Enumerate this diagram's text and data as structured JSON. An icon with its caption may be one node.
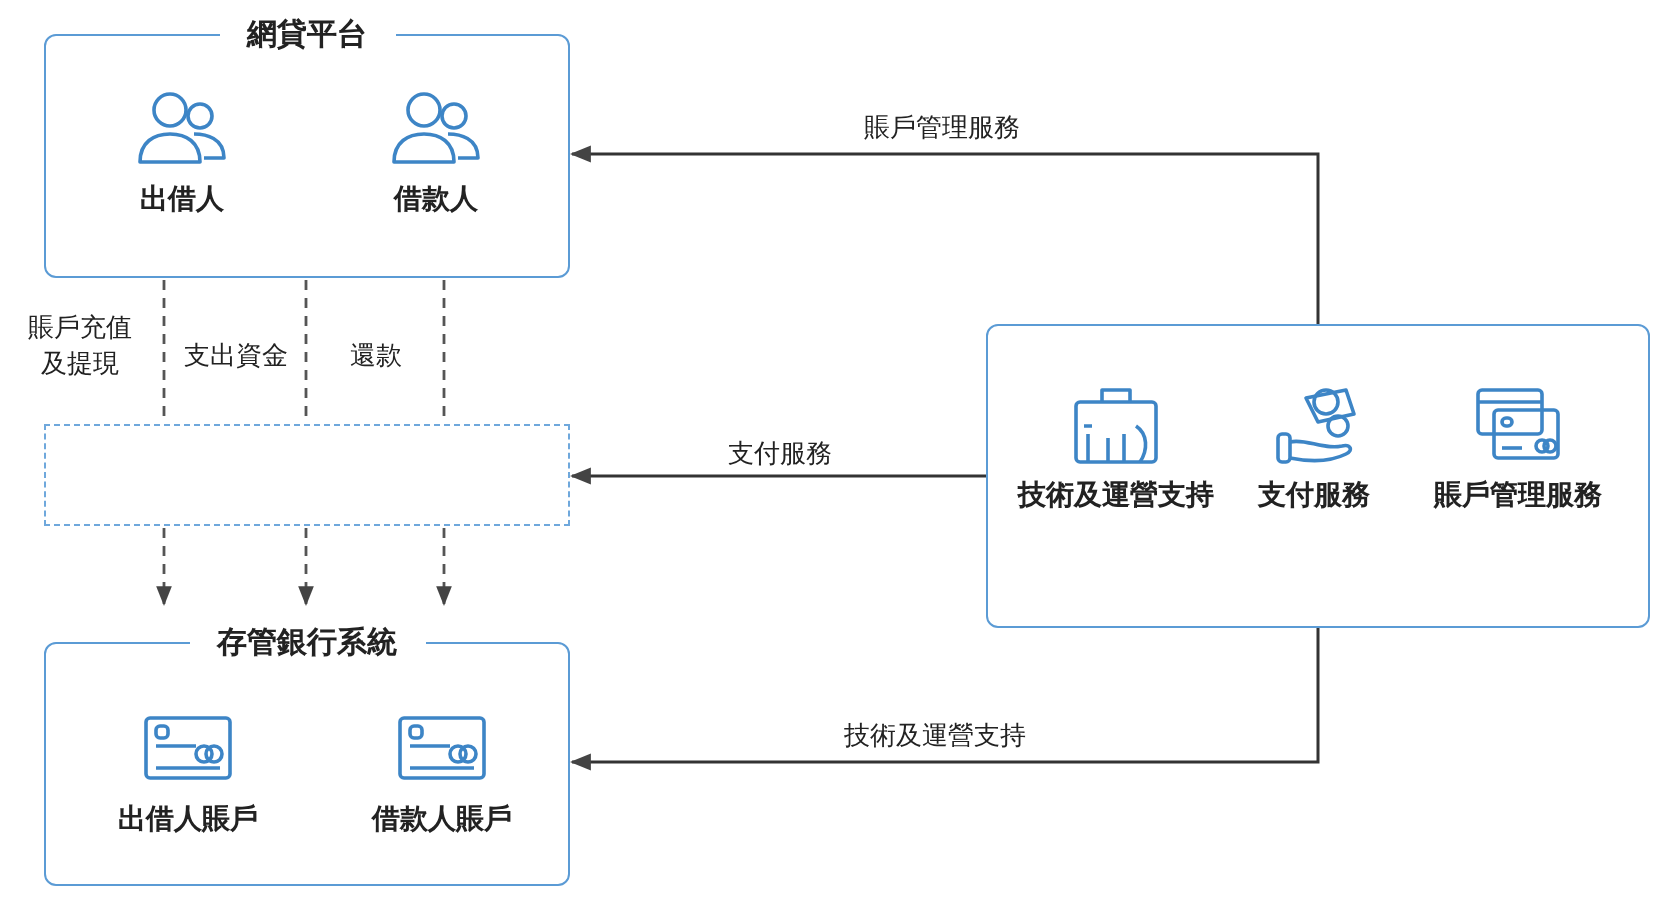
{
  "diagram": {
    "nodes": [
      {
        "text": [
          "網貸平台"
        ]
      },
      {
        "text": [
          "出借人"
        ],
        "in": 0
      },
      {
        "text": [
          "借款人"
        ],
        "in": 0
      },
      {
        "text": [],
        "shape": "box"
      },
      {
        "text": [
          "存管銀行系統"
        ]
      },
      {
        "text": [
          "出借人賬戶"
        ],
        "in": 4
      },
      {
        "text": [
          "借款人賬戶"
        ],
        "in": 4
      },
      {
        "text": [],
        "shape": "box"
      },
      {
        "text": [
          "技術及運營支持"
        ],
        "in": 7
      },
      {
        "text": [
          "支付服務"
        ],
        "in": 7
      },
      {
        "text": [
          "賬戶管理服務"
        ],
        "in": 7
      }
    ],
    "edges": [
      {
        "from": 7,
        "to": 0,
        "arrow": "to",
        "label": "賬戶管理服務"
      },
      {
        "from": 7,
        "to": 3,
        "arrow": "to",
        "label": "支付服務"
      },
      {
        "from": 7,
        "to": 4,
        "arrow": "to",
        "label": "技術及運營支持"
      },
      {
        "from": 0,
        "to": 3,
        "arrow": "none",
        "style": "dashed"
      },
      {
        "from": 0,
        "to": 3,
        "arrow": "none",
        "style": "dashed"
      },
      {
        "from": 0,
        "to": 3,
        "arrow": "none",
        "style": "dashed"
      },
      {
        "from": 3,
        "to": 4,
        "arrow": "to",
        "style": "dashed"
      },
      {
        "from": 3,
        "to": 4,
        "arrow": "to",
        "style": "dashed"
      },
      {
        "from": 3,
        "to": 4,
        "arrow": "to",
        "style": "dashed"
      }
    ],
    "labels": [
      "賬戶充值及提現",
      "支出資金",
      "還款"
    ]
  }
}
